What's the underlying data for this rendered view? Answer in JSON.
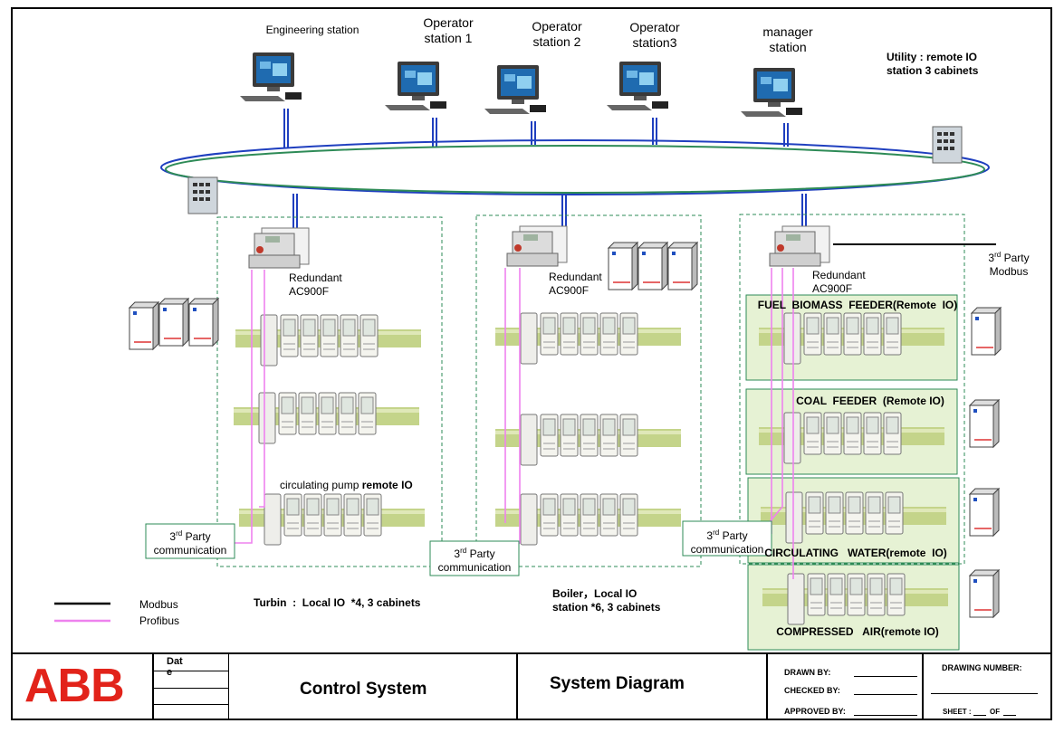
{
  "stations": [
    {
      "line1": "Engineering station",
      "line2": ""
    },
    {
      "line1": "Operator",
      "line2": "station 1"
    },
    {
      "line1": "Operator",
      "line2": "station 2"
    },
    {
      "line1": "Operator",
      "line2": "station3"
    },
    {
      "line1": "manager",
      "line2": "station"
    }
  ],
  "utility": {
    "line1": "Utility  :  remote IO",
    "line2": "station 3 cabinets"
  },
  "controllers": {
    "left": {
      "line1": "Redundant",
      "line2": "AC900F"
    },
    "middle": {
      "line1": "Redundant",
      "line2": "AC900F"
    },
    "right": {
      "line1": "Redundant",
      "line2": "AC900F"
    }
  },
  "third_party_modbus": {
    "pre": "3",
    "sup": "rd",
    "post": " Party",
    "line2": "Modbus"
  },
  "remote_io": {
    "fuel": "FUEL  BIOMASS  FEEDER(Remote  IO)",
    "coal": "COAL  FEEDER  (Remote IO)",
    "circulating_water": "CIRCULATING   WATER(remote  IO)",
    "compressed_air": "COMPRESSED   AIR(remote IO)"
  },
  "circulating_pump": {
    "normal": "circulating pump ",
    "bold": "remote IO"
  },
  "third_party_comm": {
    "pre": "3",
    "sup": "rd",
    "post": " Party",
    "line2": "communication"
  },
  "legend": {
    "modbus": "Modbus",
    "profibus": "Profibus"
  },
  "turbin": "Turbin  :  Local IO  *4, 3 cabinets",
  "boiler": {
    "line1": "Boiler，Local IO",
    "line2": "station *6, 3 cabinets"
  },
  "title_block": {
    "logo": "ABB",
    "date_part1": "Dat",
    "date_part2": "e",
    "control_system": "Control System",
    "system_diagram": "System Diagram",
    "drawn_by": "DRAWN BY:",
    "checked_by": "CHECKED BY:",
    "approved_by": "APPROVED  BY:",
    "drawing_number": "DRAWING NUMBER:",
    "sheet": "SHEET :",
    "of": "OF"
  },
  "colors": {
    "modbus": "#000000",
    "profibus": "#ee82ee",
    "network_blue": "#1f3fbf",
    "ring_green": "#2e8b57",
    "io_panel": "#e6f2d4",
    "abb_red": "#e2231a"
  }
}
